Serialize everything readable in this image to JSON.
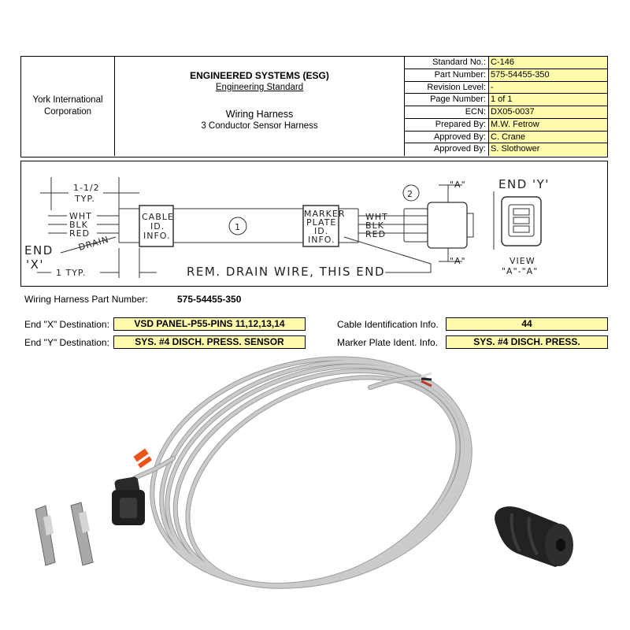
{
  "title_block": {
    "company_line1": "York International",
    "company_line2": "Corporation",
    "esg_title": "ENGINEERED SYSTEMS (ESG)",
    "esg_subtitle": "Engineering Standard",
    "doc_title_line1": "Wiring Harness",
    "doc_title_line2": "3 Conductor Sensor Harness",
    "meta": [
      {
        "label": "Standard No.:",
        "value": "C-146"
      },
      {
        "label": "Part Number:",
        "value": "575-54455-350"
      },
      {
        "label": "Revision Level:",
        "value": "-"
      },
      {
        "label": "Page Number:",
        "value": "1 of 1"
      },
      {
        "label": "ECN:",
        "value": "DX05-0037"
      },
      {
        "label": "Prepared By:",
        "value": "M.W. Fetrow"
      },
      {
        "label": "Approved By:",
        "value": "C. Crane"
      },
      {
        "label": "Approved By:",
        "value": "S. Slothower"
      }
    ]
  },
  "drawing": {
    "dim_top_1": "1-1/2",
    "dim_top_2": "TYP.",
    "wire_labels_x": [
      "WHT",
      "BLK",
      "RED"
    ],
    "drain_label": "DRAIN",
    "end_x_1": "END",
    "end_x_2": "'X'",
    "dim_bottom": "1 TYP.",
    "cable_label_1": "CABLE",
    "cable_label_2": "ID.",
    "cable_label_3": "INFO.",
    "callout_1": "1",
    "marker_label_1": "MARKER",
    "marker_label_2": "PLATE",
    "marker_label_3": "ID.",
    "marker_label_4": "INFO.",
    "wire_labels_y": [
      "WHT",
      "BLK",
      "RED"
    ],
    "callout_2": "2",
    "section_top": "\"A\"",
    "section_bottom": "\"A\"",
    "end_y": "END 'Y'",
    "view_1": "VIEW",
    "view_2": "\"A\"-\"A\"",
    "note": "REM. DRAIN WIRE, THIS END"
  },
  "info": {
    "part_label": "Wiring Harness Part Number:",
    "part_value": "575-54455-350",
    "end_x_label": "End \"X\" Destination:",
    "end_x_value": "VSD PANEL-P55-PINS 11,12,13,14",
    "end_y_label": "End \"Y\" Destination:",
    "end_y_value": "SYS. #4 DISCH. PRESS. SENSOR",
    "cable_id_label": "Cable Identification Info.",
    "cable_id_value": "44",
    "marker_label": "Marker Plate Ident. Info.",
    "marker_value": "SYS. #4 DISCH. PRESS."
  },
  "colors": {
    "highlight": "#fffbaa",
    "cable_gray": "#b9bcbd",
    "connector_black": "#2a2a2a",
    "tag_orange": "#e8541a"
  }
}
